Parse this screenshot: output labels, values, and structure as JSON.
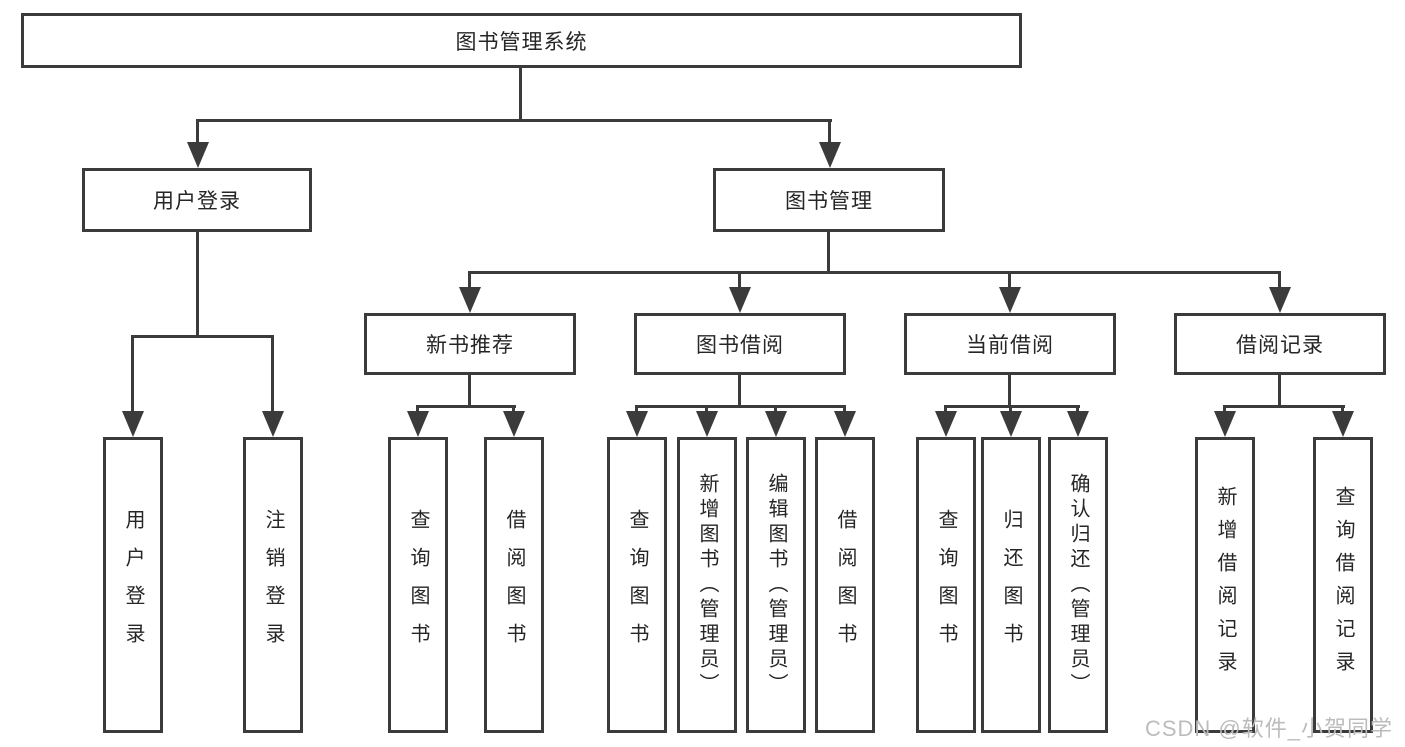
{
  "colors": {
    "line": "#3b3b3b",
    "text": "#262626",
    "background": "#ffffff",
    "watermark": "#bcbcbc"
  },
  "tree": {
    "root": "图书管理系统",
    "user_login_branch": {
      "label": "用户登录",
      "children": [
        "用户登录",
        "注销登录"
      ]
    },
    "book_mgmt_branch": {
      "label": "图书管理",
      "sections": [
        {
          "label": "新书推荐",
          "children": [
            "查询图书",
            "借阅图书"
          ]
        },
        {
          "label": "图书借阅",
          "children": [
            "查询图书",
            "新增图书（管理员）",
            "编辑图书（管理员）",
            "借阅图书"
          ]
        },
        {
          "label": "当前借阅",
          "children": [
            "查询图书",
            "归还图书",
            "确认归还（管理员）"
          ]
        },
        {
          "label": "借阅记录",
          "children": [
            "新增借阅记录",
            "查询借阅记录"
          ]
        }
      ]
    }
  },
  "watermark": "CSDN @软件_小贺同学"
}
